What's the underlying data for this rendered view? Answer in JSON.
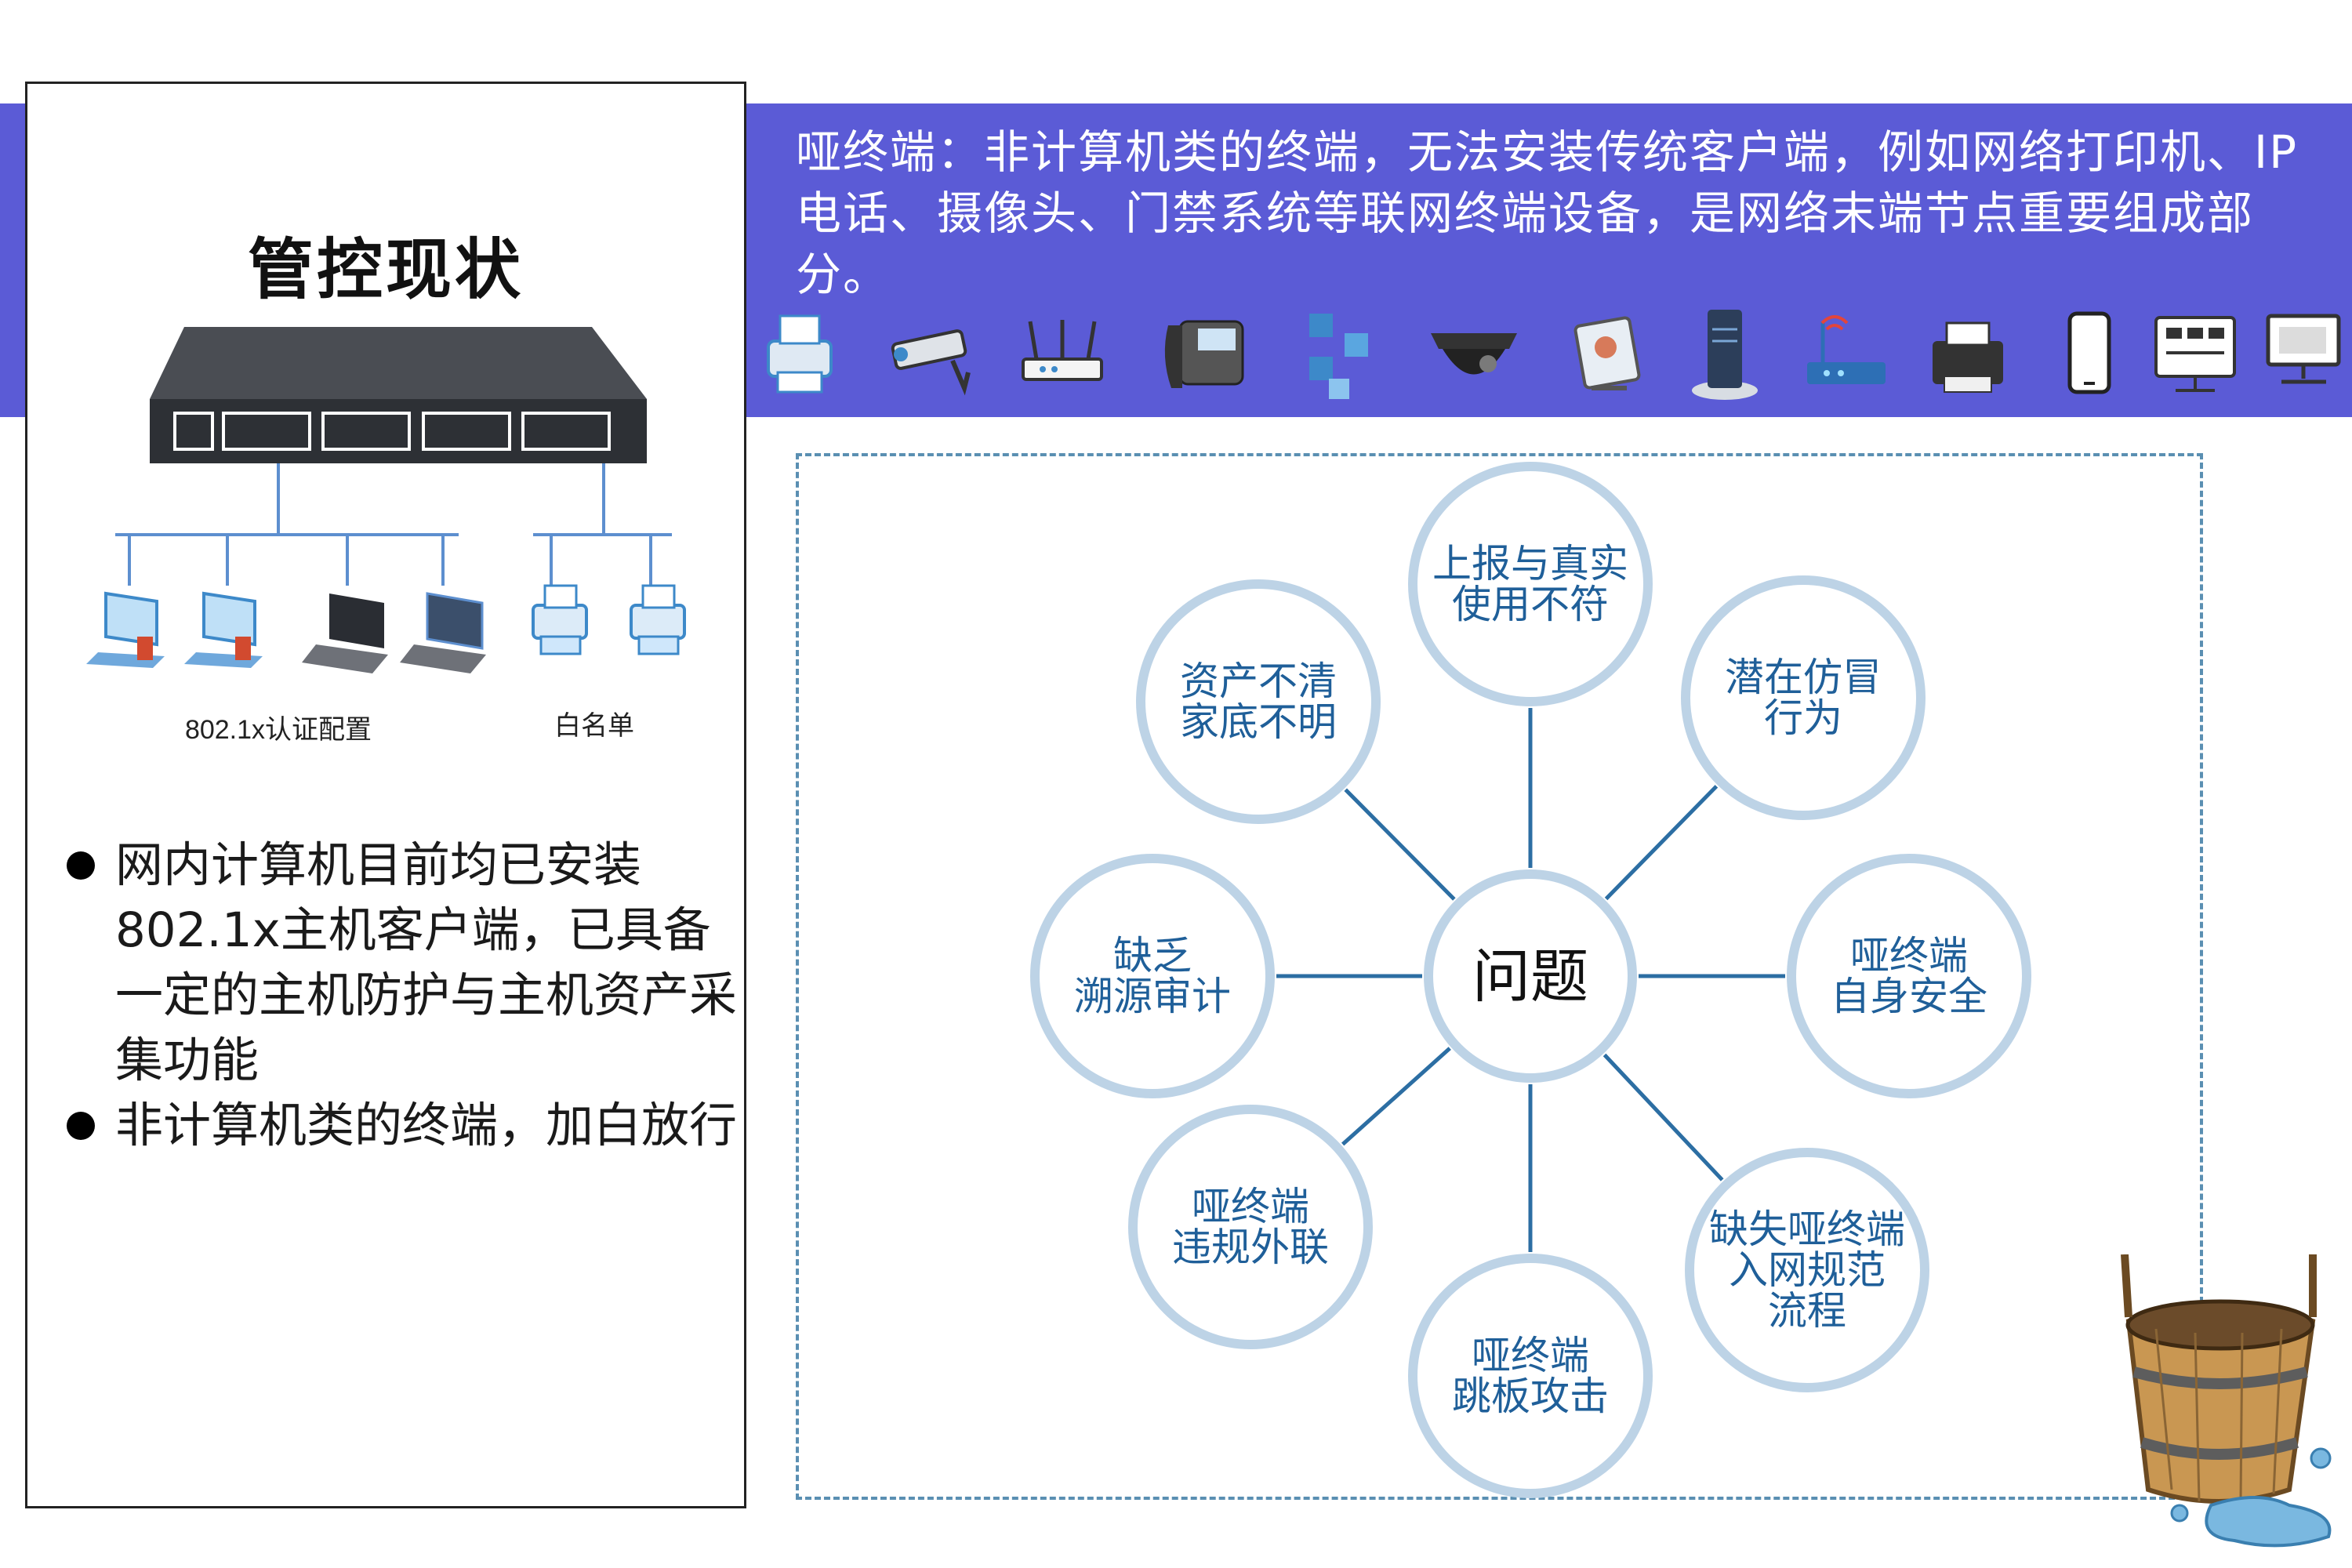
{
  "left_panel": {
    "title": "管控现状",
    "labels": {
      "auth": "802.1x认证配置",
      "whitelist": "白名单"
    },
    "bullets": [
      "网内计算机目前均已安装802.1x主机客户端，已具备一定的主机防护与主机资产采集功能",
      "非计算机类的终端，加白放行"
    ]
  },
  "banner": {
    "text": "哑终端：非计算机类的终端，无法安装传统客户端，例如网络打印机、IP电话、摄像头、门禁系统等联网终端设备，是网络末端节点重要组成部分。",
    "color": "#5b5bd6"
  },
  "icons": [
    "printer-icon",
    "camera-icon",
    "router-icon",
    "ip-phone-icon",
    "network-nodes-icon",
    "dome-camera-icon",
    "video-terminal-icon",
    "server-icon",
    "wifi-router-icon",
    "printer-2-icon",
    "mobile-phone-icon",
    "control-panel-icon",
    "monitor-terminal-icon"
  ],
  "diagram": {
    "center": "问题",
    "nodes": [
      {
        "id": "top",
        "lines": [
          "上报与真实",
          "使用不符"
        ]
      },
      {
        "id": "top-right",
        "lines": [
          "潜在仿冒",
          "行为"
        ]
      },
      {
        "id": "right",
        "lines": [
          "哑终端",
          "自身安全"
        ]
      },
      {
        "id": "bottom-right",
        "lines": [
          "缺失哑终端",
          "入网规范",
          "流程"
        ]
      },
      {
        "id": "bottom",
        "lines": [
          "哑终端",
          "跳板攻击"
        ]
      },
      {
        "id": "bottom-left",
        "lines": [
          "哑终端",
          "违规外联"
        ]
      },
      {
        "id": "left",
        "lines": [
          "缺乏",
          "溯源审计"
        ]
      },
      {
        "id": "top-left",
        "lines": [
          "资产不清",
          "家底不明"
        ]
      }
    ],
    "colors": {
      "ring": "#bdd3e6",
      "line": "#2c6ea3",
      "text": "#1f5f99"
    }
  }
}
